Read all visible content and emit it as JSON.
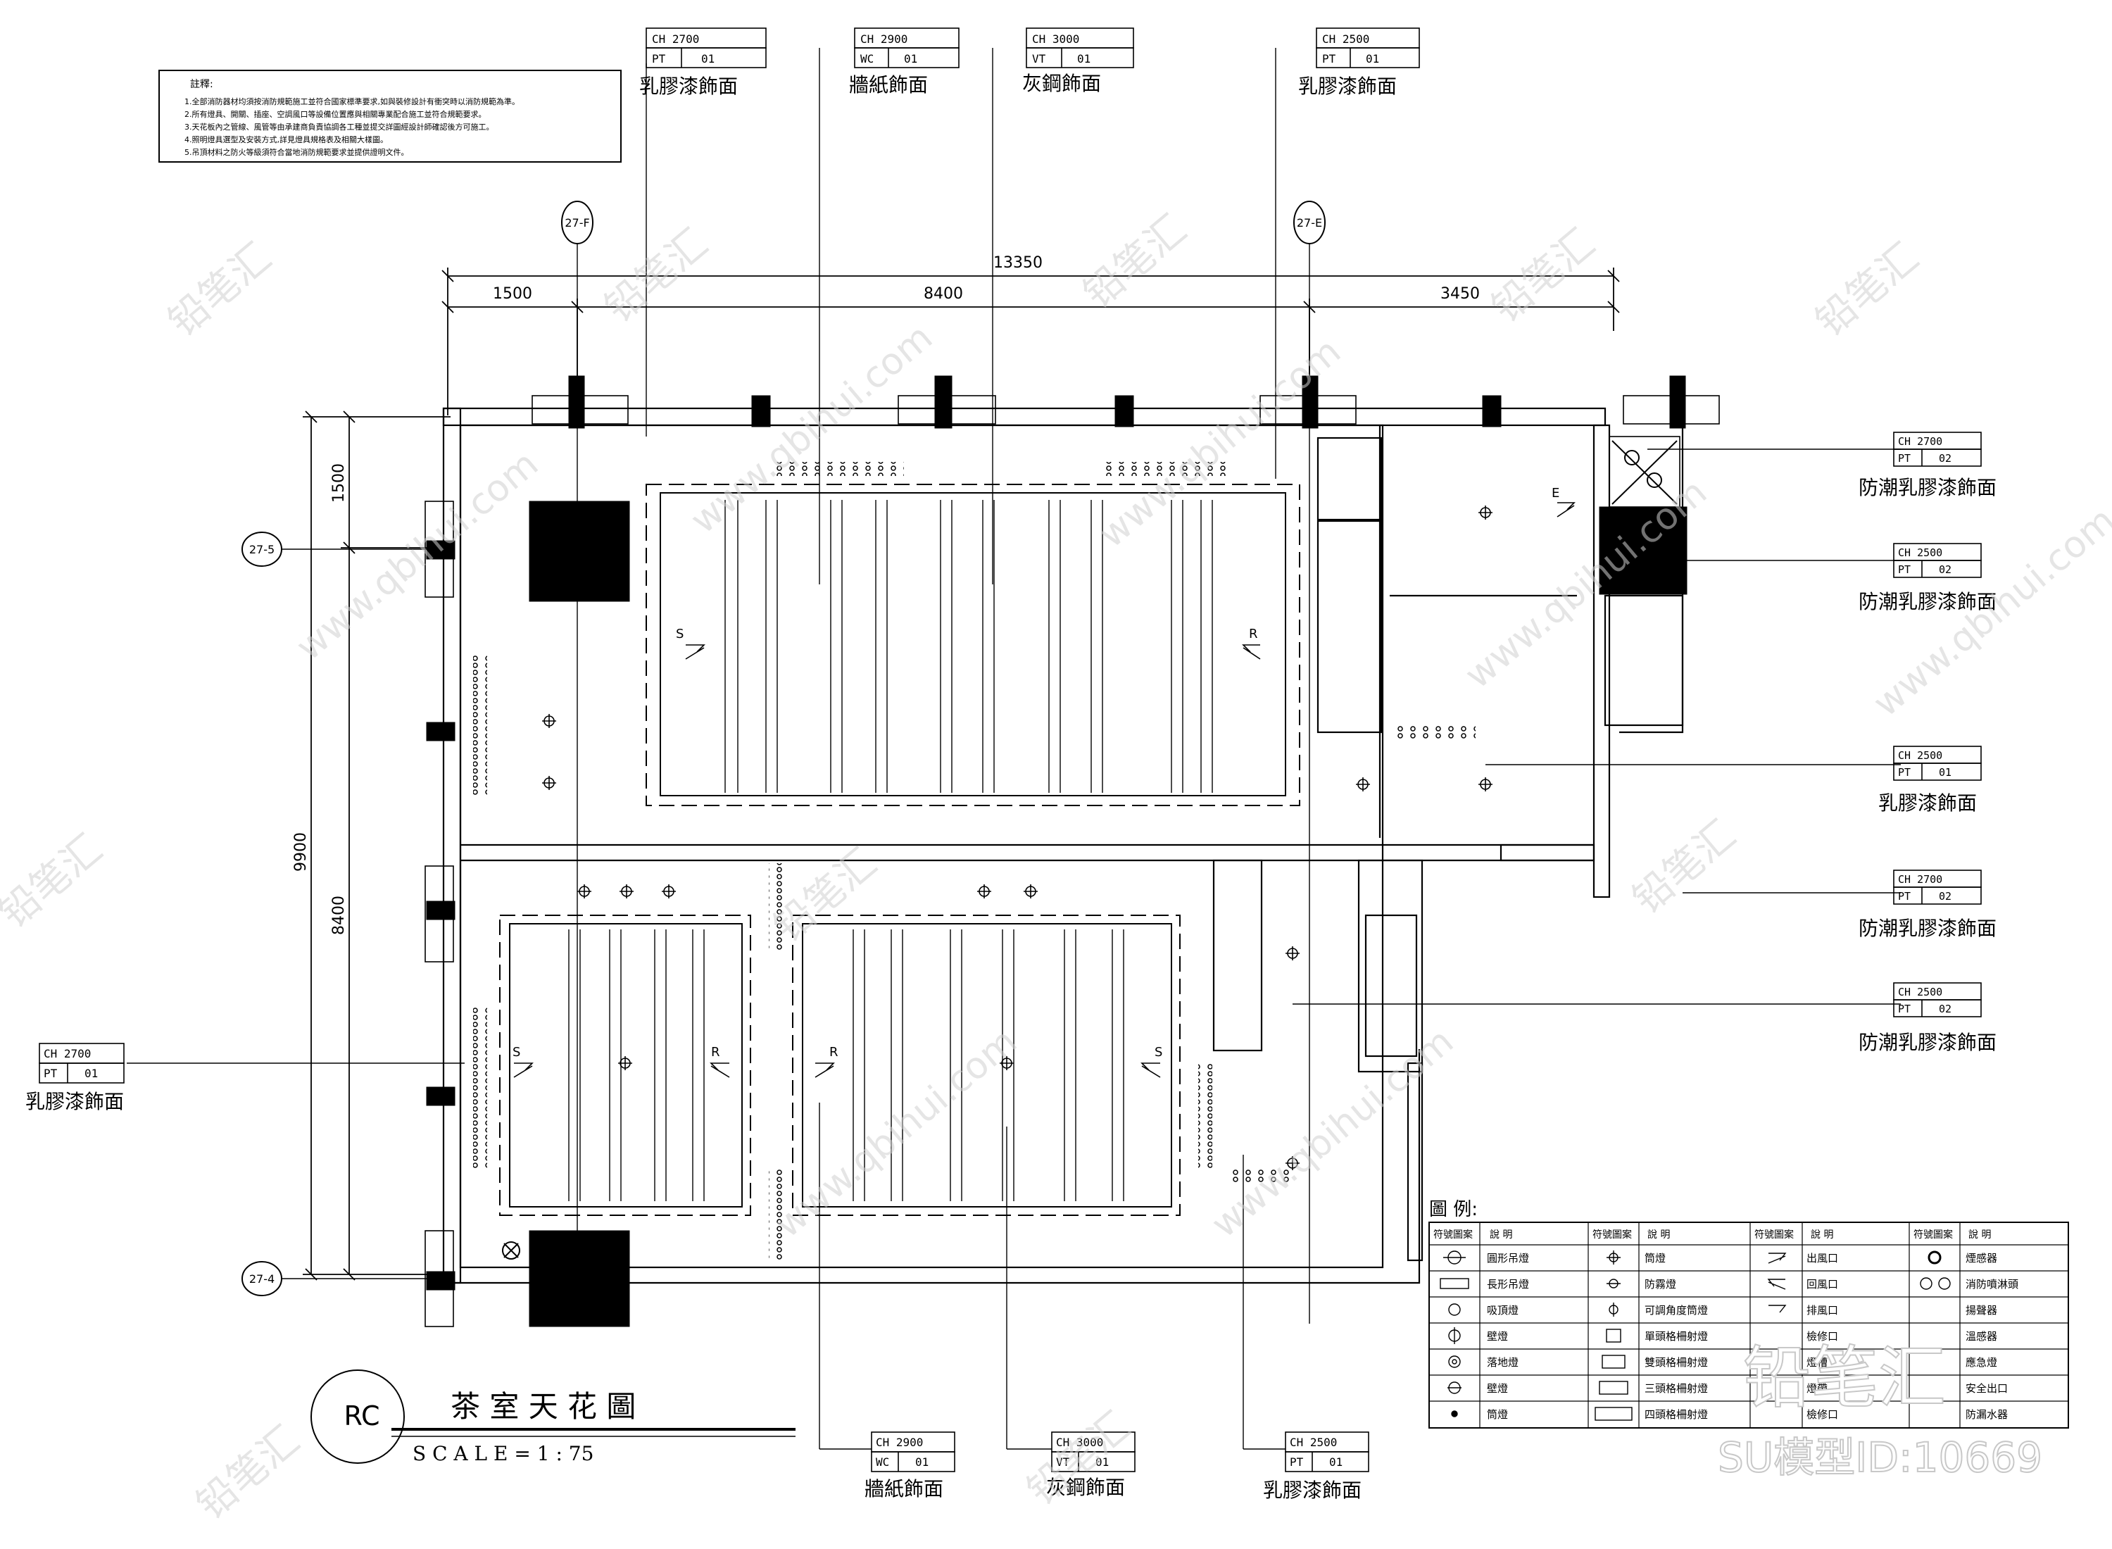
{
  "notes": {
    "title": "註釋:",
    "lines": [
      "1.全部消防器材均須按消防規範施工並符合國家標準要求,如與裝修設計有衝突時以消防規範為準。",
      "2.所有燈具、開關、插座、空調風口等設備位置應與相關專業配合施工並符合規範要求。",
      "3.天花板內之管線、風管等由承建商負責協調各工種並提交詳圖經設計師確認後方可施工。",
      "4.照明燈具選型及安裝方式,詳見燈具規格表及相關大樣圖。",
      "5.吊頂材料之防火等級須符合當地消防規範要求並提供證明文件。"
    ]
  },
  "dims": {
    "total": "13350",
    "d1": "1500",
    "d2": "8400",
    "d3": "3450",
    "v_total": "9900",
    "v1": "1500",
    "v2": "8400"
  },
  "grid": {
    "f": "27-F",
    "e": "27-E",
    "r5": "27-5",
    "r4": "27-4"
  },
  "tags": [
    {
      "ch": "CH 2700",
      "code": "PT",
      "num": "01",
      "label": "乳膠漆飾面"
    },
    {
      "ch": "CH 2900",
      "code": "WC",
      "num": "01",
      "label": "牆紙飾面"
    },
    {
      "ch": "CH 3000",
      "code": "VT",
      "num": "01",
      "label": "灰鋼飾面"
    },
    {
      "ch": "CH 2500",
      "code": "PT",
      "num": "01",
      "label": "乳膠漆飾面"
    },
    {
      "ch": "CH 2700",
      "code": "PT",
      "num": "02",
      "label": "防潮乳膠漆飾面"
    },
    {
      "ch": "CH 2500",
      "code": "PT",
      "num": "02",
      "label": "防潮乳膠漆飾面"
    },
    {
      "ch": "CH 2500",
      "code": "PT",
      "num": "01",
      "label": "乳膠漆飾面"
    },
    {
      "ch": "CH 2700",
      "code": "PT",
      "num": "02",
      "label": "防潮乳膠漆飾面"
    },
    {
      "ch": "CH 2500",
      "code": "PT",
      "num": "02",
      "label": "防潮乳膠漆飾面"
    },
    {
      "ch": "CH 2700",
      "code": "PT",
      "num": "01",
      "label": "乳膠漆飾面"
    },
    {
      "ch": "CH 2900",
      "code": "WC",
      "num": "01",
      "label": "牆紙飾面"
    },
    {
      "ch": "CH 3000",
      "code": "VT",
      "num": "01",
      "label": "灰鋼飾面"
    },
    {
      "ch": "CH 2500",
      "code": "PT",
      "num": "01",
      "label": "乳膠漆飾面"
    }
  ],
  "diffuser": {
    "supply": "S",
    "return": "R",
    "exhaust": "E"
  },
  "title": {
    "code": "RC",
    "name": "茶 室 天 花 圖",
    "scale": "S C A L E = 1 : 75"
  },
  "legend": {
    "title": "圖 例:",
    "col_symbol": "符號圖案",
    "col_desc": "說 明",
    "items": [
      [
        "圓形吊燈",
        "筒燈",
        "出風口",
        "煙感器"
      ],
      [
        "長形吊燈",
        "防霧燈",
        "回風口",
        "消防噴淋頭"
      ],
      [
        "吸頂燈",
        "可調角度筒燈",
        "排風口",
        "揚聲器"
      ],
      [
        "壁燈",
        "單頭格柵射燈",
        "檢修口",
        "溫感器"
      ],
      [
        "落地燈",
        "雙頭格柵射燈",
        "燈槽",
        "應急燈"
      ],
      [
        "壁燈",
        "三頭格柵射燈",
        "燈帶",
        "安全出口"
      ],
      [
        "筒燈",
        "四頭格柵射燈",
        "檢修口",
        "防漏水器"
      ]
    ]
  },
  "watermark": {
    "brand": "铅笔汇",
    "url": "www.qbihui.com",
    "logo": "铅笔汇",
    "id": "SU模型ID:10669"
  }
}
